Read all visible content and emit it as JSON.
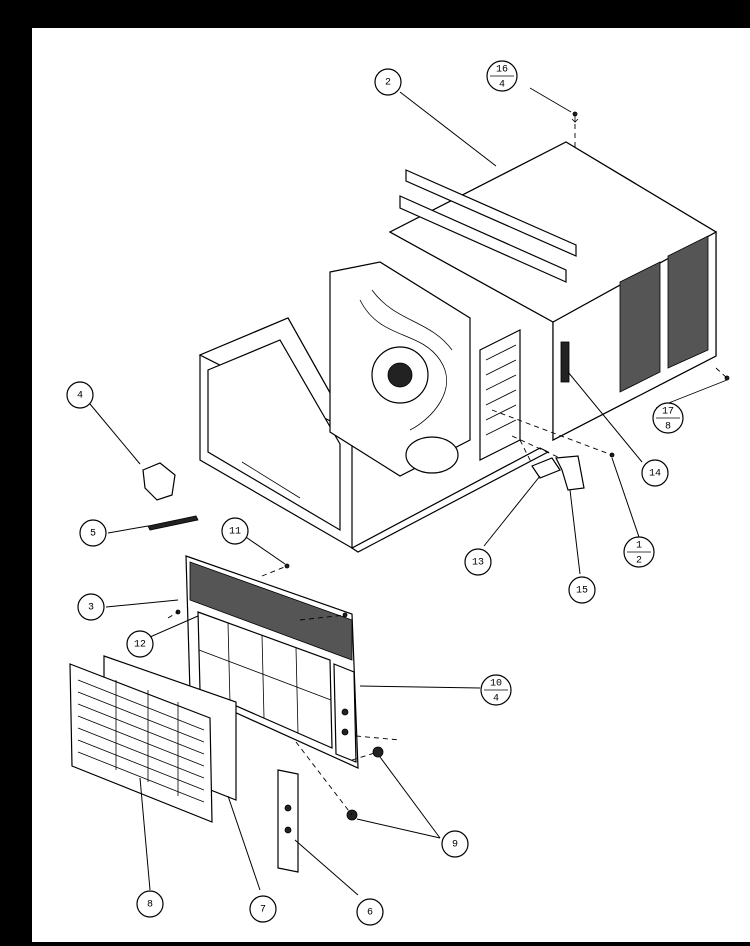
{
  "callouts": [
    {
      "id": "c2",
      "label": "2"
    },
    {
      "id": "c16",
      "top": "16",
      "bottom": "4"
    },
    {
      "id": "c4",
      "label": "4"
    },
    {
      "id": "c5",
      "label": "5"
    },
    {
      "id": "c11",
      "label": "11"
    },
    {
      "id": "c3",
      "label": "3"
    },
    {
      "id": "c12",
      "label": "12"
    },
    {
      "id": "c10",
      "top": "10",
      "bottom": "4"
    },
    {
      "id": "c9",
      "label": "9"
    },
    {
      "id": "c8",
      "label": "8"
    },
    {
      "id": "c7",
      "label": "7"
    },
    {
      "id": "c6",
      "label": "6"
    },
    {
      "id": "c13",
      "label": "13"
    },
    {
      "id": "c15",
      "label": "15"
    },
    {
      "id": "c1",
      "top": "1",
      "bottom": "2"
    },
    {
      "id": "c14",
      "label": "14"
    },
    {
      "id": "c17",
      "top": "17",
      "bottom": "8"
    }
  ]
}
